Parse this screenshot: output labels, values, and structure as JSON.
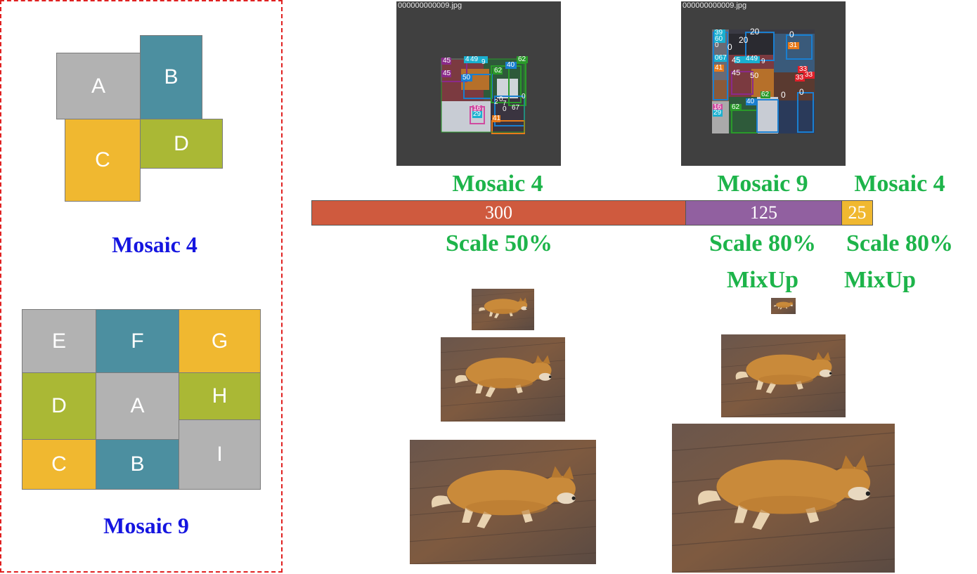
{
  "left_panel": {
    "mosaic4_tiles": [
      "A",
      "B",
      "C",
      "D"
    ],
    "mosaic4_caption": "Mosaic 4",
    "mosaic9_tiles": [
      "E",
      "F",
      "G",
      "D",
      "A",
      "H",
      "C",
      "B",
      "I"
    ],
    "mosaic9_caption": "Mosaic 9"
  },
  "samples": {
    "left_filename": "000000000009.jpg",
    "right_filename": "000000000009.jpg",
    "left_box_labels": [
      "45",
      "4",
      "49",
      "9",
      "62",
      "45",
      "50",
      "40",
      "62",
      "0",
      "2",
      "0",
      "7",
      "0",
      "67",
      "16",
      "29",
      "41"
    ],
    "right_box_labels": [
      "39",
      "60",
      "0",
      "20",
      "0",
      "0",
      "20",
      "31",
      "067",
      "45",
      "4",
      "49",
      "9",
      "41",
      "45",
      "50",
      "33",
      "33",
      "33",
      "62",
      "40",
      "0",
      "0",
      "16",
      "29",
      "62"
    ]
  },
  "schedule": {
    "segments": [
      {
        "value": "300",
        "top_label": "Mosaic 4",
        "bottom_label": "Scale 50%",
        "extra_label": "",
        "color": "#cf5a3e",
        "epochs": 300
      },
      {
        "value": "125",
        "top_label": "Mosaic 9",
        "bottom_label": "Scale 80%",
        "extra_label": "MixUp",
        "color": "#9160a0",
        "epochs": 125
      },
      {
        "value": "25",
        "top_label": "Mosaic 4",
        "bottom_label": "Scale 80%",
        "extra_label": "MixUp",
        "color": "#f0b830",
        "epochs": 25
      }
    ]
  },
  "colors": {
    "tile_gray": "#b2b2b2",
    "tile_teal": "#4c8fa0",
    "tile_yellow": "#f0b830",
    "tile_olive": "#aab835",
    "caption_blue": "#1515e0",
    "label_green": "#1db44a",
    "dashed_red": "#e02020",
    "panel_dark": "#404040"
  }
}
